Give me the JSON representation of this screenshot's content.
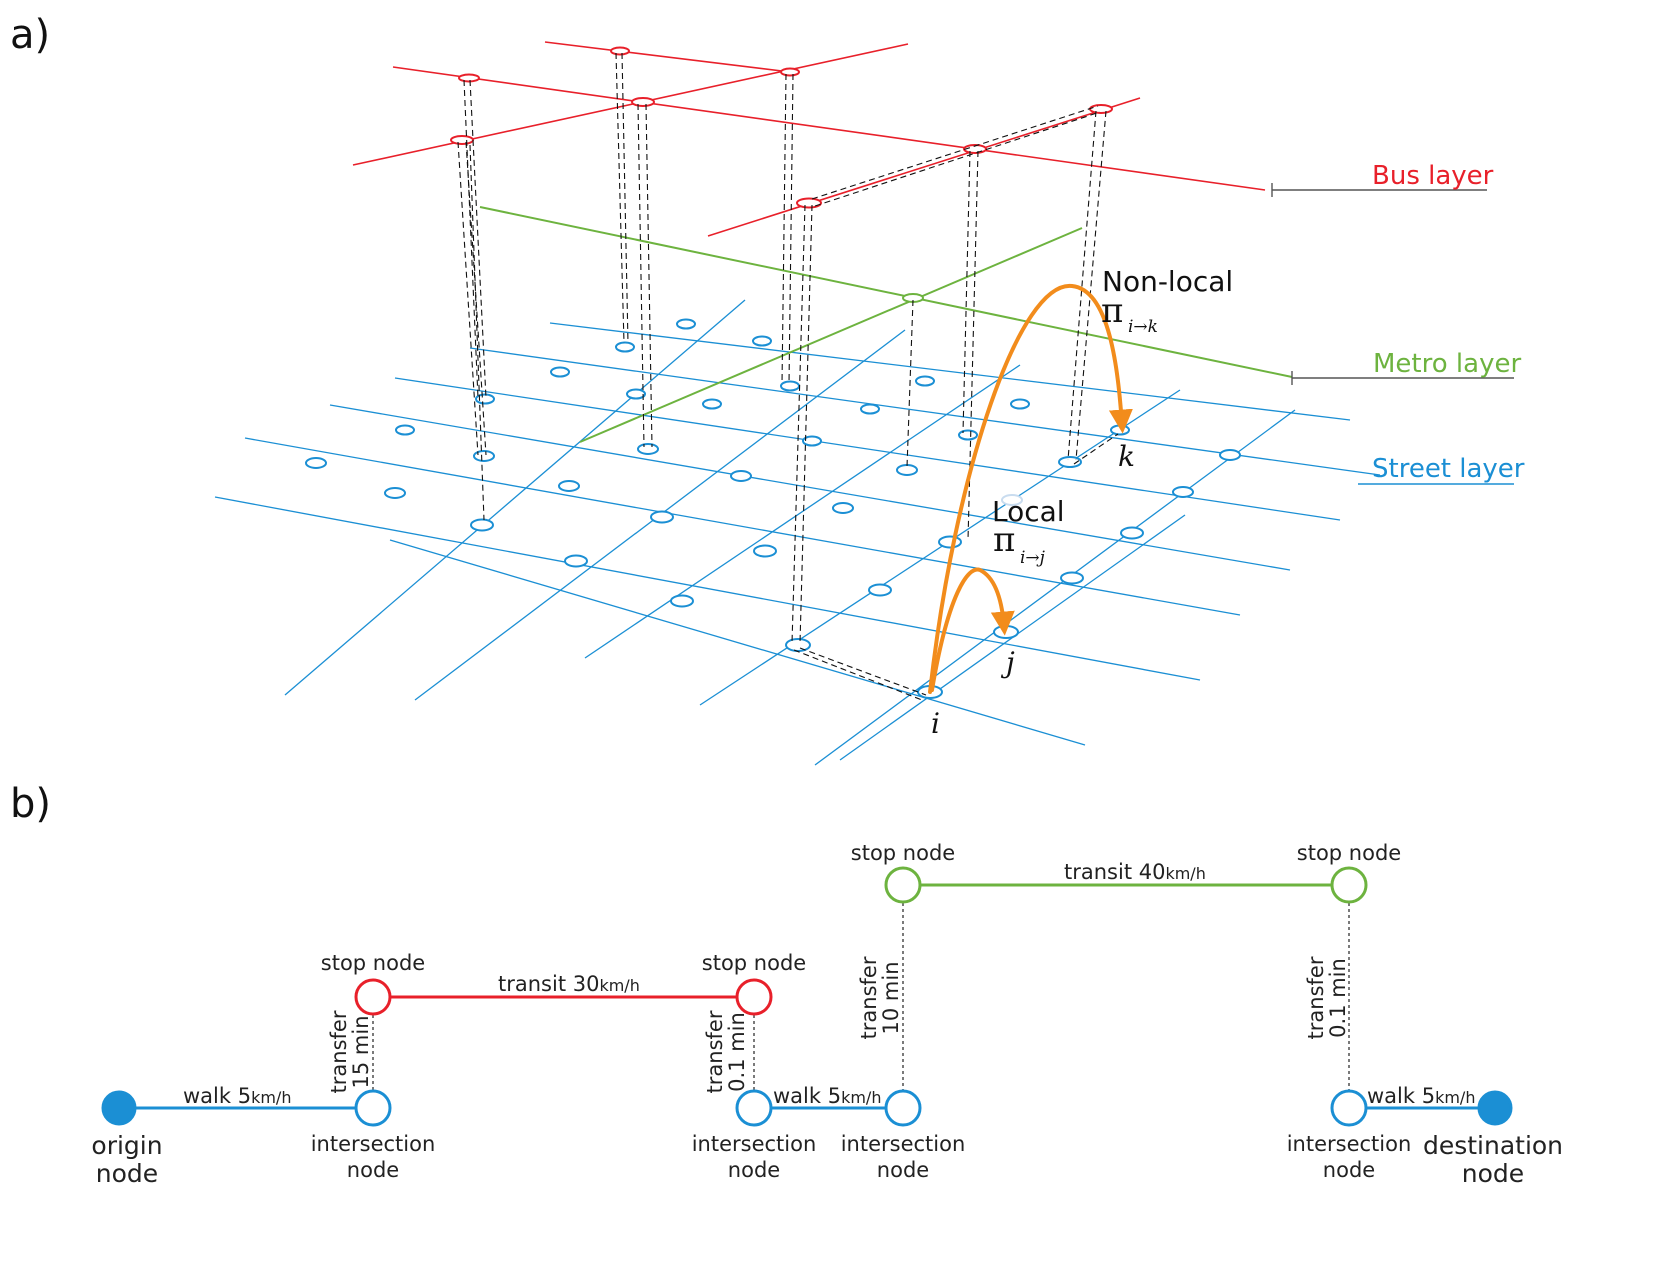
{
  "panel_a": {
    "label": "a)",
    "layers": {
      "bus": {
        "label": "Bus layer",
        "color": "#e8202a"
      },
      "metro": {
        "label": "Metro layer",
        "color": "#6db33f"
      },
      "street": {
        "label": "Street layer",
        "color": "#1b8fd4"
      }
    },
    "paths": {
      "nonlocal_title": "Non-local",
      "nonlocal_symbol": "π",
      "nonlocal_sub": "i→k",
      "local_title": "Local",
      "local_symbol": "π",
      "local_sub": "i→j",
      "arc_color": "#f28c1c"
    },
    "nodes": {
      "i": "i",
      "j": "j",
      "k": "k"
    }
  },
  "panel_b": {
    "label": "b)",
    "colors": {
      "walk": "#1b8fd4",
      "bus": "#e8202a",
      "metro": "#6db33f"
    },
    "origin": {
      "line1": "origin",
      "line2": "node"
    },
    "destination": {
      "line1": "destination",
      "line2": "node"
    },
    "intersection": {
      "line1": "intersection",
      "line2": "node"
    },
    "stop_node": "stop node",
    "walk": {
      "text": "walk 5",
      "unit": "km/h"
    },
    "transit_bus": {
      "text": "transit 30",
      "unit": "km/h"
    },
    "transit_metro": {
      "text": "transit 40",
      "unit": "km/h"
    },
    "transfers": {
      "t1": {
        "line1": "transfer",
        "line2": "15 min"
      },
      "t2": {
        "line1": "transfer",
        "line2": "0.1 min"
      },
      "t3": {
        "line1": "transfer",
        "line2": "10 min"
      },
      "t4": {
        "line1": "transfer",
        "line2": "0.1 min"
      }
    }
  }
}
